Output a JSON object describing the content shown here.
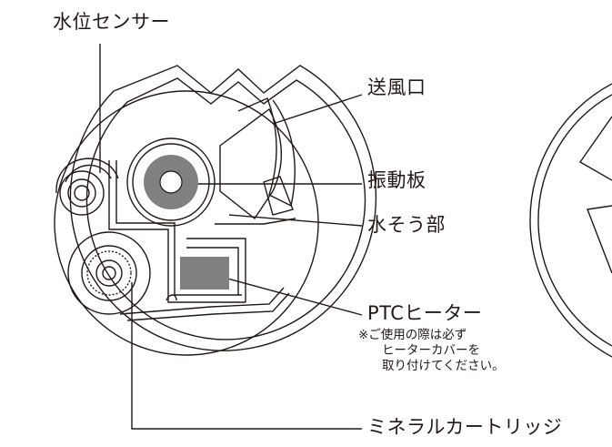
{
  "labels": {
    "water_level_sensor": "水位センサー",
    "air_outlet": "送風口",
    "vibration_plate": "振動板",
    "water_tank": "水そう部",
    "ptc_heater": "PTCヒーター",
    "ptc_note_line1": "※ご使用の際は必ず",
    "ptc_note_line2": "ヒーターカバーを",
    "ptc_note_line3": "取り付けてください。",
    "mineral_cartridge": "ミネラルカートリッジ"
  },
  "colors": {
    "line": "#231815",
    "fill": "#808080",
    "background": "#ffffff"
  }
}
